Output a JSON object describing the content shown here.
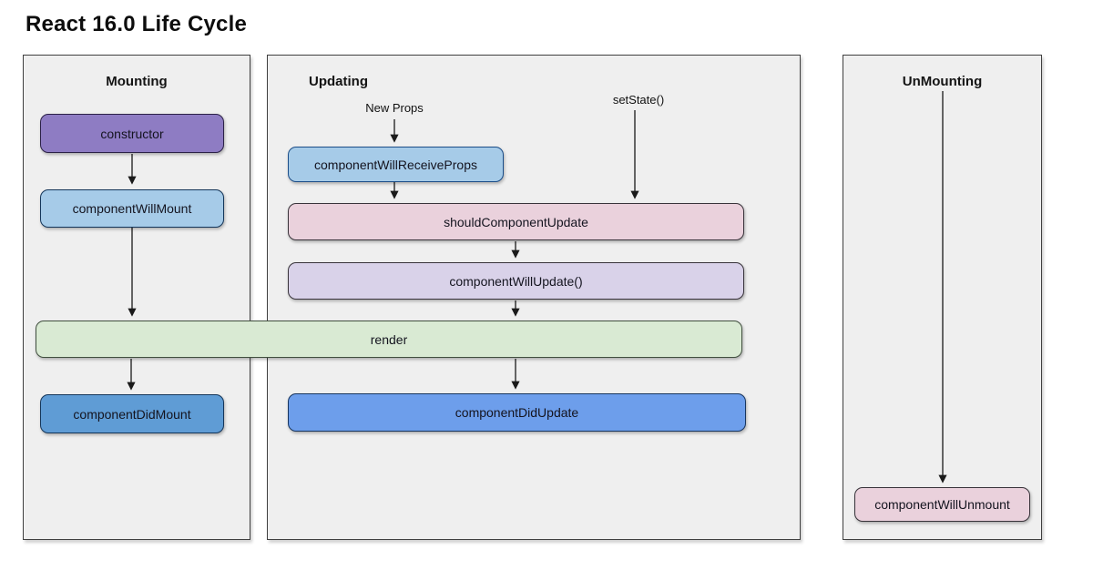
{
  "title": "React 16.0 Life Cycle",
  "colors": {
    "panel_bg": "#efefef",
    "purple": "#8e7cc3",
    "light_blue": "#a6cbe8",
    "steel_blue": "#5f9cd5",
    "cornflower_blue": "#6d9eeb",
    "pink": "#ead1dc",
    "lavender": "#d9d2e9",
    "light_green": "#d9ead3"
  },
  "panels": {
    "mounting": {
      "header": "Mounting",
      "boxes": {
        "constructor_label": "constructor",
        "component_will_mount": "componentWillMount",
        "component_did_mount": "componentDidMount"
      }
    },
    "updating": {
      "header": "Updating",
      "labels": {
        "new_props": "New Props",
        "set_state": "setState()"
      },
      "boxes": {
        "component_will_receive_props": "componentWillReceiveProps",
        "should_component_update": "shouldComponentUpdate",
        "component_will_update": "componentWillUpdate()",
        "component_did_update": "componentDidUpdate"
      }
    },
    "unmounting": {
      "header": "UnMounting",
      "boxes": {
        "component_will_unmount": "componentWillUnmount"
      }
    }
  },
  "shared": {
    "render": "render"
  }
}
